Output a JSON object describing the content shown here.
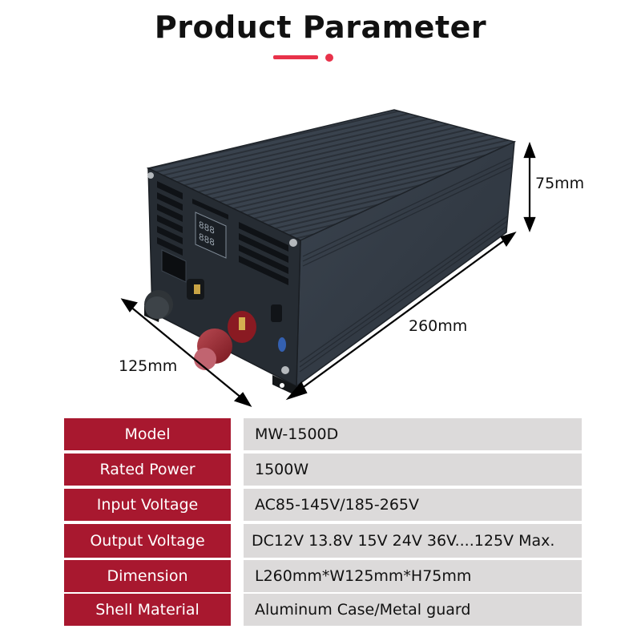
{
  "header": {
    "title": "Product Parameter",
    "accent_color": "#e8324a"
  },
  "product_image": {
    "description": "Black aluminum switching power supply with digital voltmeter display, adjustment knob, and red output terminal",
    "dimensions": {
      "height_label": "75mm",
      "length_label": "260mm",
      "width_label": "125mm"
    },
    "display_digits": [
      "888",
      "888"
    ]
  },
  "specs": {
    "label_bg": "#a8182f",
    "value_bg": "#dcdada",
    "rows": [
      {
        "label": "Model",
        "value": "MW-1500D"
      },
      {
        "label": "Rated Power",
        "value": "1500W"
      },
      {
        "label": "Input Voltage",
        "value": "AC85-145V/185-265V"
      },
      {
        "label": "Output Voltage",
        "value": "DC12V 13.8V 15V 24V 36V....125V Max."
      },
      {
        "label": "Dimension",
        "value": "L260mm*W125mm*H75mm"
      },
      {
        "label": "Shell Material",
        "value": "Aluminum Case/Metal guard"
      }
    ]
  }
}
